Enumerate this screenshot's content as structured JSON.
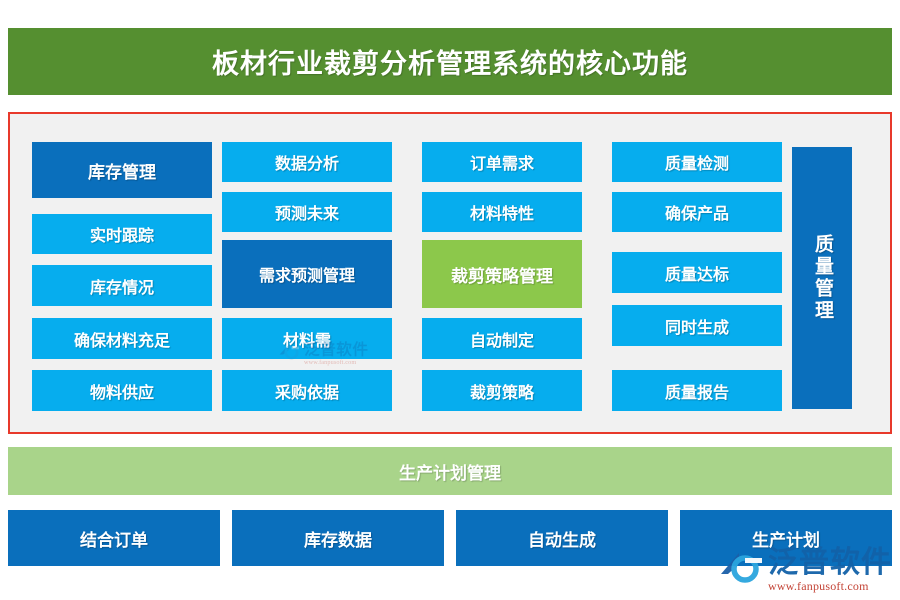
{
  "header": {
    "title": "板材行业裁剪分析管理系统的核心功能",
    "background_color": "#558F30",
    "text_color": "#ffffff"
  },
  "colors": {
    "dark_blue": "#0A6FBC",
    "light_blue": "#06ADEE",
    "accent_green": "#8CC84B",
    "banner_green": "#558F30",
    "subtitle_green": "#A9D48A",
    "frame_red": "#E8392B",
    "frame_bg": "#F1F1F1"
  },
  "main": {
    "columns": [
      {
        "name": "inventory",
        "boxes": [
          {
            "label": "库存管理",
            "style": "dark"
          },
          {
            "label": "实时跟踪",
            "style": "light"
          },
          {
            "label": "库存情况",
            "style": "light"
          },
          {
            "label": "确保材料充足",
            "style": "light"
          },
          {
            "label": "物料供应",
            "style": "light"
          }
        ]
      },
      {
        "name": "demand-forecast",
        "boxes": [
          {
            "label": "数据分析",
            "style": "light"
          },
          {
            "label": "预测未来",
            "style": "light"
          },
          {
            "label": "需求预测管理",
            "style": "dark"
          },
          {
            "label": "材料需",
            "style": "light"
          },
          {
            "label": "采购依据",
            "style": "light"
          }
        ]
      },
      {
        "name": "cutting-strategy",
        "boxes": [
          {
            "label": "订单需求",
            "style": "light"
          },
          {
            "label": "材料特性",
            "style": "light"
          },
          {
            "label": "裁剪策略管理",
            "style": "green"
          },
          {
            "label": "自动制定",
            "style": "light"
          },
          {
            "label": "裁剪策略",
            "style": "light"
          }
        ]
      },
      {
        "name": "quality",
        "boxes": [
          {
            "label": "质量检测",
            "style": "light"
          },
          {
            "label": "确保产品",
            "style": "light"
          },
          {
            "label": "质量达标",
            "style": "light"
          },
          {
            "label": "同时生成",
            "style": "light"
          },
          {
            "label": "质量报告",
            "style": "light"
          }
        ]
      }
    ],
    "vertical_bar": {
      "label": "质量管理",
      "style": "dark"
    }
  },
  "subtitle": {
    "label": "生产计划管理",
    "background_color": "#A9D48A"
  },
  "bottom": {
    "boxes": [
      {
        "label": "结合订单"
      },
      {
        "label": "库存数据"
      },
      {
        "label": "自动生成"
      },
      {
        "label": "生产计划"
      }
    ]
  },
  "watermark": {
    "brand": "泛普软件",
    "url": "www.fanpusoft.com"
  }
}
